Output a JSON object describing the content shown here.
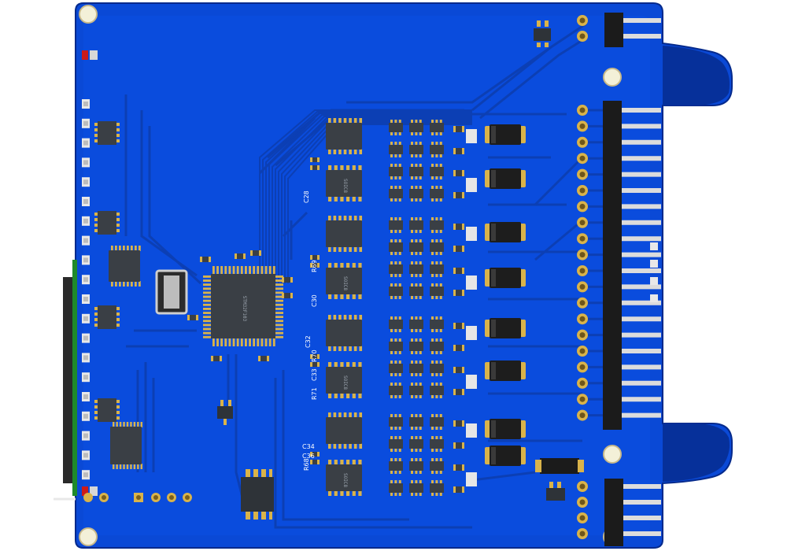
{
  "board": {
    "colors": {
      "substrate": "#0a49d6",
      "copper_pour": "#0d55ee",
      "trace": "#0c3fb4",
      "edge_dark": "#052a8c",
      "silkscreen": "#ffffff",
      "pad": "#d9b34a",
      "chip_body": "#3a3f45",
      "connector_body": "#1b1b1b",
      "pin_metal": "#dcdcdc"
    },
    "silkscreen_labels": {
      "c28": "C28",
      "r69": "R69",
      "c30": "C30",
      "c32": "C32",
      "r70": "R70",
      "c33": "C33",
      "r71": "R71",
      "c34": "C34",
      "c36": "C36",
      "r68": "R68"
    },
    "chip_markings": {
      "mcu": "STM32F103",
      "driver": "SOIC8"
    }
  }
}
